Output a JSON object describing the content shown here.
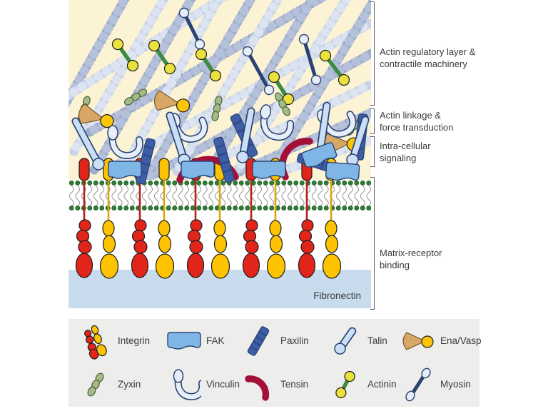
{
  "figure": {
    "region_labels": [
      {
        "label": "Actin regulatory layer &\ncontractile machinery"
      },
      {
        "label": "Actin linkage &\nforce transduction"
      },
      {
        "label": "Intra-cellular\nsignaling"
      },
      {
        "label": "Matrix-receptor\nbinding"
      }
    ],
    "substrate_label": "Fibronectin"
  },
  "legend": {
    "items": [
      {
        "label": "Integrin",
        "icon": "integrin-icon"
      },
      {
        "label": "FAK",
        "icon": "fak-icon"
      },
      {
        "label": "Paxilin",
        "icon": "paxilin-icon"
      },
      {
        "label": "Talin",
        "icon": "talin-icon"
      },
      {
        "label": "Ena/Vasp",
        "icon": "ena-vasp-icon"
      },
      {
        "label": "Zyxin",
        "icon": "zyxin-icon"
      },
      {
        "label": "Vinculin",
        "icon": "vinculin-icon"
      },
      {
        "label": "Tensin",
        "icon": "tensin-icon"
      },
      {
        "label": "Actinin",
        "icon": "actinin-icon"
      },
      {
        "label": "Myosin",
        "icon": "myosin-icon"
      }
    ]
  },
  "palette": {
    "cream": "#fcf3d5",
    "filDark": "#9fadcd",
    "filDarkAlt": "#b5c0da",
    "filLight": "#c9d3e7",
    "filLightAlt": "#dde4f1",
    "navy": "#2a4472",
    "paxilin": "#3d5ea6",
    "paxilinDark": "#2d4a8a",
    "talinFill": "#cadef5",
    "vinculinFill": "#e7eef9",
    "fak": "#7fb6e5",
    "tensin": "#a31038",
    "enaTan": "#d7a766",
    "ballYellow": "#fdc50a",
    "zyxinGreen": "#a2bc86",
    "actininGreen": "#3e8a42",
    "actininYellow": "#eae13d",
    "integrinRed": "#e1251b",
    "integrinYellow": "#fdc300",
    "stalkRed": "#b02318",
    "stalkYellow": "#d9a50a",
    "membraneGreen": "#2e7d34",
    "squiggleGray": "#9b9b9b",
    "fibronectin": "#c8dcee",
    "legendBg": "#ededeb",
    "textColor": "#3c3c3c",
    "outline": "#1c1c1c"
  }
}
